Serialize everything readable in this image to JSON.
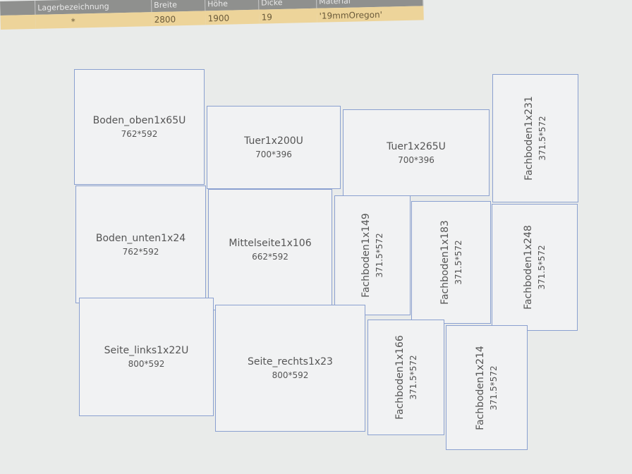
{
  "header": {
    "columns": [
      "Lagerbezeichnung",
      "Breite",
      "Höhe",
      "Dicke",
      "Material"
    ],
    "row": {
      "lager": "*",
      "breite": "2800",
      "hoehe": "1900",
      "dicke": "19",
      "material": "'19mmOregon'"
    }
  },
  "parts": [
    {
      "name": "Boden_oben1x65U",
      "dim": "762*592"
    },
    {
      "name": "Tuer1x200U",
      "dim": "700*396"
    },
    {
      "name": "Tuer1x265U",
      "dim": "700*396"
    },
    {
      "name": "Fachboden1x231",
      "dim": "371.5*572"
    },
    {
      "name": "Boden_unten1x24",
      "dim": "762*592"
    },
    {
      "name": "Mittelseite1x106",
      "dim": "662*592"
    },
    {
      "name": "Fachboden1x149",
      "dim": "371.5*572"
    },
    {
      "name": "Fachboden1x183",
      "dim": "371.5*572"
    },
    {
      "name": "Fachboden1x248",
      "dim": "371.5*572"
    },
    {
      "name": "Seite_links1x22U",
      "dim": "800*592"
    },
    {
      "name": "Seite_rechts1x23",
      "dim": "800*592"
    },
    {
      "name": "Fachboden1x166",
      "dim": "371.5*572"
    },
    {
      "name": "Fachboden1x214",
      "dim": "371.5*572"
    }
  ]
}
